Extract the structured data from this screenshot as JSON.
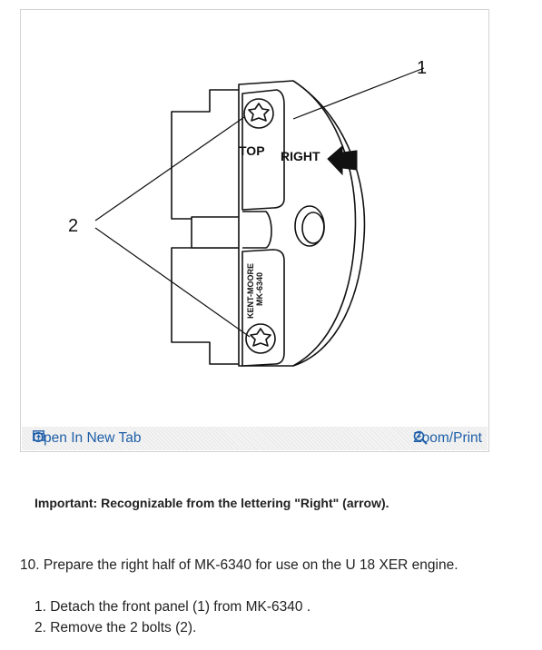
{
  "figure": {
    "callouts": [
      "1",
      "2"
    ],
    "part_labels": {
      "top": "TOP",
      "right": "RIGHT",
      "maker": "KENT-MOORE",
      "part_no": "MK-6340"
    },
    "open_tab_label": "Open In New Tab",
    "zoom_label": "Zoom/Print",
    "open_tab_icon": "open-in-new-tab-icon",
    "zoom_icon": "magnifier-icon",
    "link_color": "#1f5fa8"
  },
  "important_note": "Important: Recognizable from the lettering \"Right\" (arrow).",
  "step": {
    "text": "10. Prepare the right half of MK-6340 for use on the U 18 XER engine.",
    "substeps": [
      "1. Detach the front panel (1) from MK-6340 .",
      "2. Remove the 2 bolts (2)."
    ]
  }
}
